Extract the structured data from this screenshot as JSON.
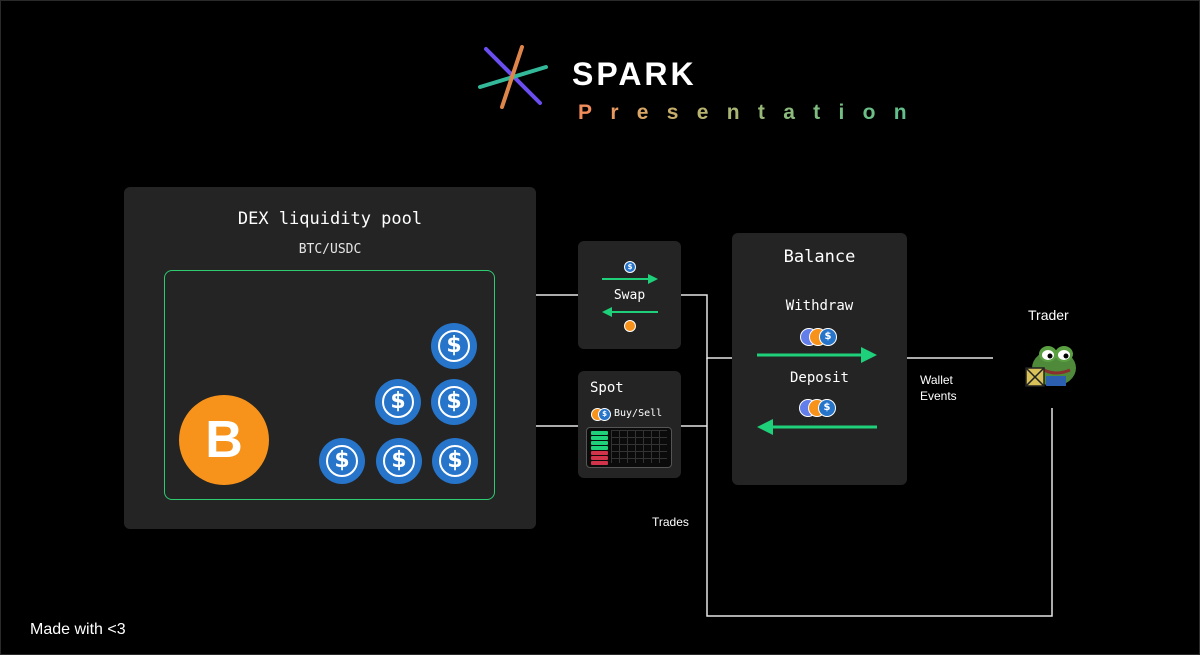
{
  "header": {
    "brand": "SPARK",
    "tagline": "Presentation",
    "tagline_colors": [
      "#f08d5b",
      "#e69a5f",
      "#d9a665",
      "#c9ae6b",
      "#b8b36f",
      "#a7b674",
      "#98b878",
      "#8bba7c",
      "#7fbc80",
      "#74bd83",
      "#6bbf87",
      "#63c08a"
    ],
    "logo_icon": "spark-logo-icon",
    "logo_colors": {
      "purple": "#6b4ef0",
      "teal": "#33b99a",
      "orange": "#e0854a"
    }
  },
  "pool": {
    "title": "DEX liquidity pool",
    "pair": "BTC/USDC",
    "btc_symbol": "B",
    "usdc_coin_count": 6,
    "accent": "#2ecc71"
  },
  "swap": {
    "label": "Swap",
    "top_coin": "usdc-icon",
    "bottom_coin": "btc-icon"
  },
  "spot": {
    "label": "Spot",
    "action": "Buy/Sell",
    "orderbook_rows": {
      "green": 4,
      "red": 3
    }
  },
  "balance": {
    "title": "Balance",
    "withdraw_label": "Withdraw",
    "deposit_label": "Deposit"
  },
  "flows": {
    "wallet_events": [
      "Wallet",
      "Events"
    ],
    "trades": "Trades"
  },
  "trader": {
    "label": "Trader",
    "avatar_icon": "pepe-trader-icon"
  },
  "footer": {
    "text": "Made with <3"
  },
  "colors": {
    "background": "#000000",
    "panel": "#242424",
    "arrow_green": "#1fd07a",
    "line": "#e6e6e6",
    "btc": "#f7931a",
    "usdc": "#2775ca"
  }
}
